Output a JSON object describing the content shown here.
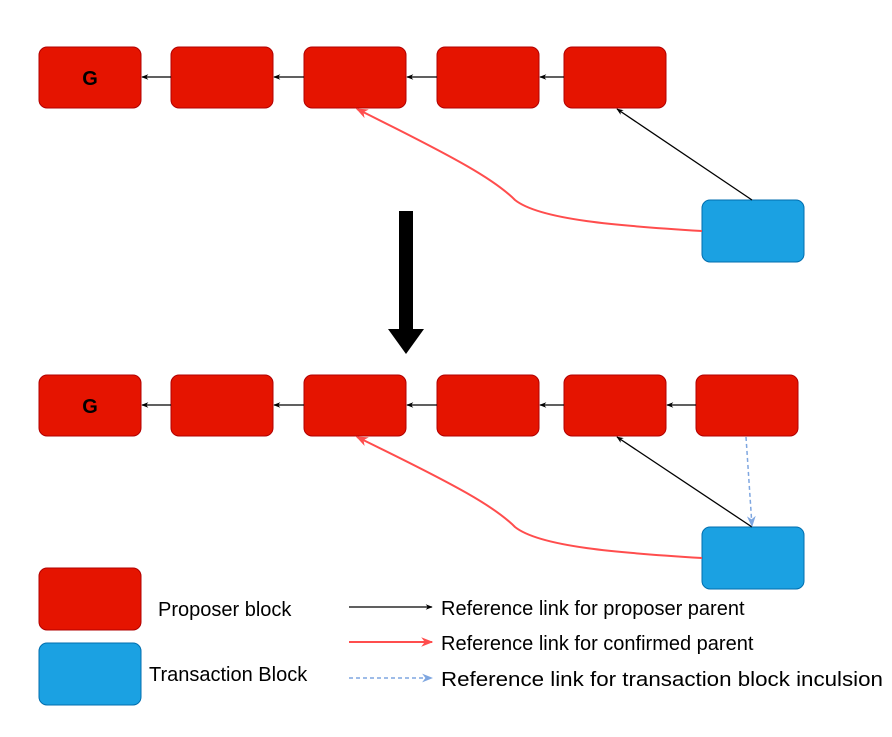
{
  "colors": {
    "proposer_block": "#e51400",
    "proposer_block_stroke": "#b20000",
    "transaction_block": "#1ba1e2",
    "transaction_block_stroke": "#006eaf",
    "proposer_parent_link": "#000000",
    "confirmed_parent_link": "#ff4d4d",
    "transaction_inclusion_link": "#7ea6e0"
  },
  "before": {
    "genesis_label": "G"
  },
  "after": {
    "genesis_label": "G"
  },
  "legend": {
    "proposer_block": "Proposer block",
    "transaction_block": "Transaction Block",
    "proposer_parent_link": "Reference link for proposer parent",
    "confirmed_parent_link": "Reference link for confirmed parent",
    "transaction_inclusion_link": "Reference link for transaction block inculsion"
  }
}
